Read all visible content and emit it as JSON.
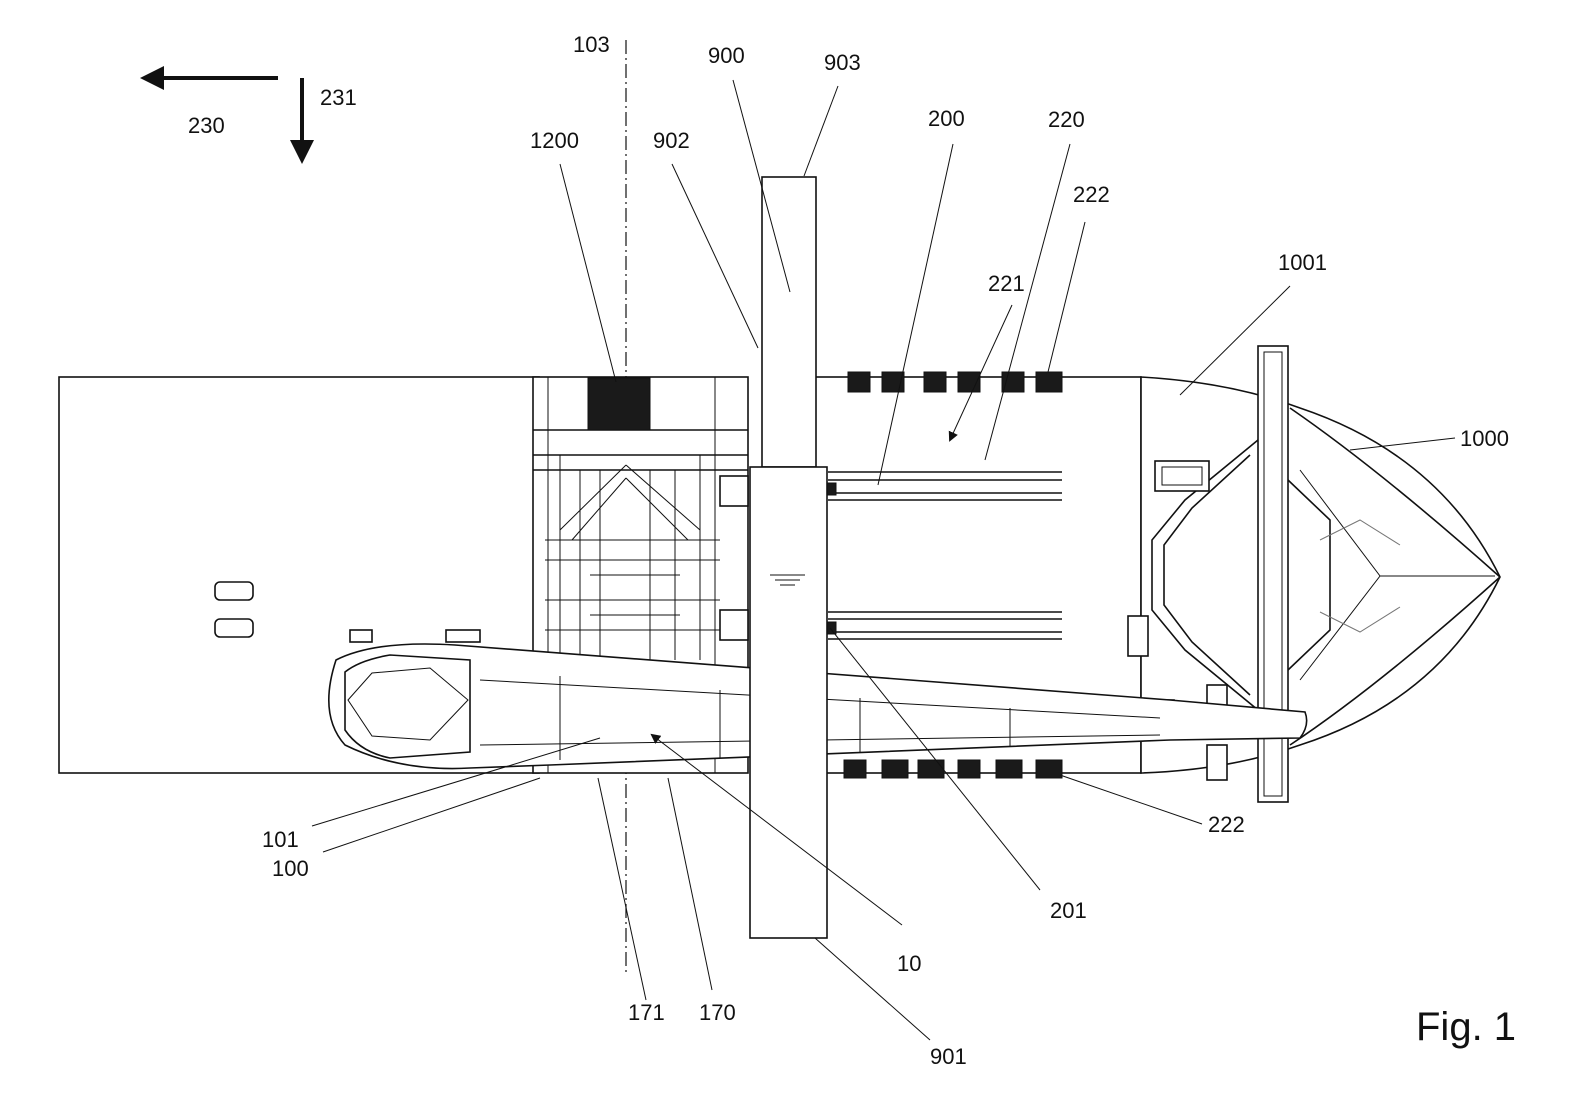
{
  "figure": {
    "caption": "Fig. 1"
  },
  "labels": {
    "l103": "103",
    "l900": "900",
    "l903": "903",
    "l230": "230",
    "l231": "231",
    "l1200": "1200",
    "l902": "902",
    "l200": "200",
    "l220": "220",
    "l222a": "222",
    "l221": "221",
    "l1001": "1001",
    "l1000": "1000",
    "l222b": "222",
    "l101": "101",
    "l100": "100",
    "l201": "201",
    "l10": "10",
    "l171": "171",
    "l170": "170",
    "l901": "901"
  }
}
